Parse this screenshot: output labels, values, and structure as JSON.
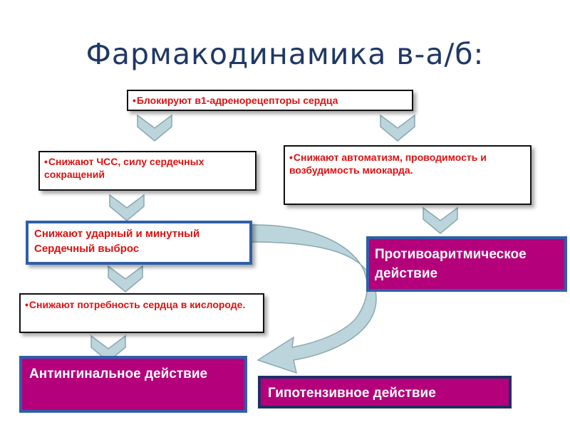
{
  "title": "Фармакодинамика в-а/б:",
  "boxes": {
    "top": "Блокируют  в1-адренорецепторы сердца",
    "left1": "Снижают ЧСС, силу сердечных сокращений",
    "right1": "Снижают автоматизм, проводимость и возбудимость миокарда.",
    "left2": "Снижают ударный и минутный Сердечный выброс",
    "left3": "Снижают потребность сердца в кислороде."
  },
  "results": {
    "antiarrhythmic": "Противоаритмическое действие",
    "antianginal": "Антингинальное действие",
    "hypotensive": "Гипотензивное  действие"
  },
  "colors": {
    "title": "#1f3864",
    "box_text": "#e01010",
    "result_fill": "#b5007b",
    "result_border": "#2e5fa8",
    "arrow_fill": "#bcd5dc",
    "arrow_stroke": "#8aa7b0"
  }
}
